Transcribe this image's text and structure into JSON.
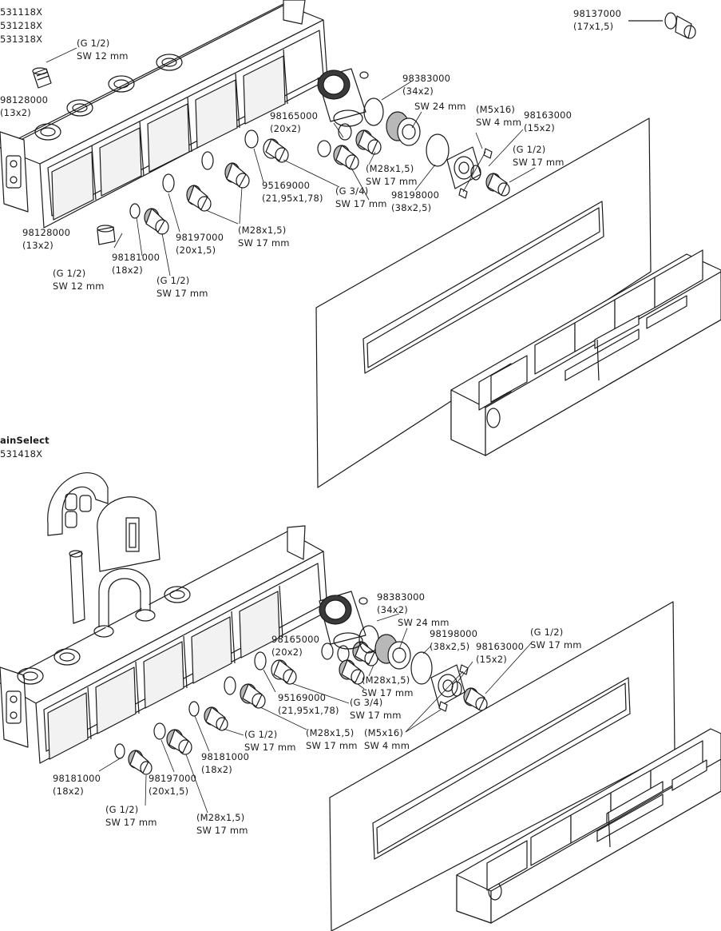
{
  "colors": {
    "ink": "#1a1a1a",
    "paper": "#ffffff",
    "shade": "#b8b8b8",
    "dark": "#3a3a3a"
  },
  "top_section": {
    "model_numbers": [
      "531118X",
      "531218X",
      "531318X"
    ],
    "labels": {
      "p98137000": "98137000",
      "p98137000_size": "(17x1,5)",
      "thread_g12_a": "(G 1/2)",
      "sw12_a": "SW 12 mm",
      "p98128000_a": "98128000",
      "p98128000_a_size": "(13x2)",
      "p98383000": "98383000",
      "p98383000_size": "(34x2)",
      "sw24": "SW 24 mm",
      "m5x16": "(M5x16)",
      "sw4": "SW 4 mm",
      "p98163000": "98163000",
      "p98163000_size": "(15x2)",
      "p98165000": "98165000",
      "p98165000_size": "(20x2)",
      "thread_g12_b": "(G 1/2)",
      "sw17_b": "SW 17 mm",
      "m28_a": "(M28x1,5)",
      "sw17_c": "SW 17 mm",
      "p95169000": "95169000",
      "p95169000_size": "(21,95x1,78)",
      "g34": "(G 3/4)",
      "sw17_d": "SW 17 mm",
      "p98198000": "98198000",
      "p98198000_size": "(38x2,5)",
      "p98128000_b": "98128000",
      "p98128000_b_size": "(13x2)",
      "m28_b": "(M28x1,5)",
      "sw17_e": "SW 17 mm",
      "p98197000": "98197000",
      "p98197000_size": "(20x1,5)",
      "p98181000": "98181000",
      "p98181000_size": "(18x2)",
      "thread_g12_c": "(G 1/2)",
      "sw12_c": "SW 12 mm",
      "thread_g12_d": "(G 1/2)",
      "sw17_f": "SW 17 mm"
    }
  },
  "bottom_section": {
    "title": "ainSelect",
    "model_number": "531418X",
    "labels": {
      "p98383000": "98383000",
      "p98383000_size": "(34x2)",
      "sw24": "SW 24 mm",
      "p98198000": "98198000",
      "p98198000_size": "(38x2,5)",
      "p98163000": "98163000",
      "p98163000_size": "(15x2)",
      "thread_g12_a": "(G 1/2)",
      "sw17_a": "SW 17 mm",
      "p98165000": "98165000",
      "p98165000_size": "(20x2)",
      "m28_a": "(M28x1,5)",
      "sw17_b": "SW 17 mm",
      "p95169000": "95169000",
      "p95169000_size": "(21,95x1,78)",
      "g34": "(G 3/4)",
      "sw17_c": "SW 17 mm",
      "thread_g12_b": "(G 1/2)",
      "sw17_d": "SW 17 mm",
      "m28_b": "(M28x1,5)",
      "sw17_e": "SW 17 mm",
      "m5x16": "(M5x16)",
      "sw4": "SW 4 mm",
      "p98181000_a": "98181000",
      "p98181000_a_size": "(18x2)",
      "p98181000_b": "98181000",
      "p98181000_b_size": "(18x2)",
      "p98197000": "98197000",
      "p98197000_size": "(20x1,5)",
      "thread_g12_c": "(G 1/2)",
      "sw17_f": "SW 17 mm",
      "m28_c": "(M28x1,5)",
      "sw17_g": "SW 17 mm"
    }
  }
}
